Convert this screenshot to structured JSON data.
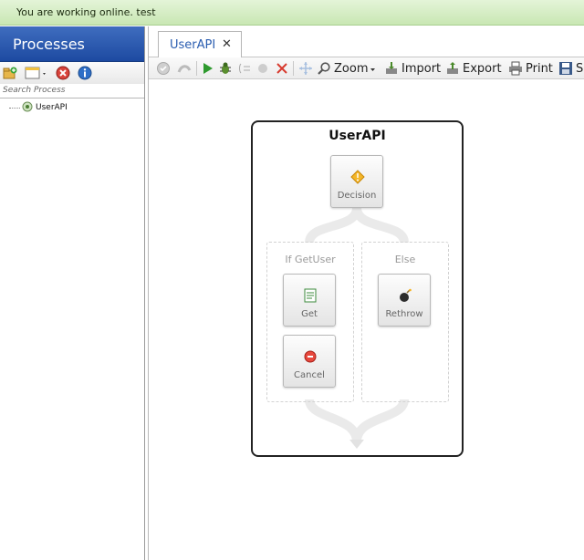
{
  "status_bar": {
    "text": "You are working online. test",
    "color": "#c9e7b3"
  },
  "left_panel": {
    "title": "Processes",
    "header_color": "#1d4aa1",
    "toolbar_icons": [
      "add-folder-icon",
      "new-process-dropdown-icon",
      "delete-icon",
      "info-icon"
    ],
    "search_placeholder": "Search Process",
    "tree": [
      {
        "label": "UserAPI",
        "icon": "process-icon"
      }
    ]
  },
  "editor": {
    "tabs": [
      {
        "label": "UserAPI",
        "close": "✕"
      }
    ],
    "toolbar": {
      "zoom_label": "Zoom",
      "import_label": "Import",
      "export_label": "Export",
      "print_label": "Print",
      "save_label": "Sa",
      "icons": [
        "check-icon",
        "publish-icon",
        "run-icon",
        "debug-icon",
        "step-icon",
        "stop-icon",
        "cancel-icon",
        "move-icon",
        "zoom-icon",
        "import-icon",
        "export-icon",
        "print-icon",
        "save-icon"
      ]
    },
    "workflow": {
      "title": "UserAPI",
      "decision": {
        "label": "Decision",
        "icon": "decision-icon"
      },
      "branches": [
        {
          "label": "If GetUser",
          "steps": [
            {
              "label": "Get",
              "icon": "get-icon"
            },
            {
              "label": "Cancel",
              "icon": "cancel-step-icon"
            }
          ]
        },
        {
          "label": "Else",
          "steps": [
            {
              "label": "Rethrow",
              "icon": "bomb-icon"
            }
          ]
        }
      ]
    }
  }
}
